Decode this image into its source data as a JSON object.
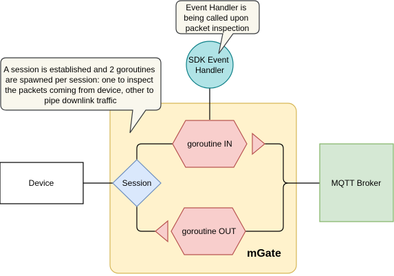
{
  "nodes": {
    "device": {
      "label": "Device"
    },
    "session": {
      "label": "Session"
    },
    "goroutine_in": {
      "label": "goroutine IN"
    },
    "goroutine_out": {
      "label": "goroutine OUT"
    },
    "mqtt_broker": {
      "label": "MQTT Broker"
    },
    "sdk_event_handler": {
      "label_lines": [
        "SDK Event",
        "Handler"
      ]
    },
    "mgate": {
      "label": "mGate"
    }
  },
  "callouts": {
    "event_handler": {
      "lines": [
        "Event Handler is",
        "being called upon",
        "packet inspection"
      ]
    },
    "session": {
      "lines": [
        "A session is established and 2 goroutines",
        "are spawned per session: one to inspect",
        "the packets coming from device, other to",
        "pipe downlink traffic"
      ]
    }
  },
  "colors": {
    "container_fill": "#fff2cc",
    "container_stroke": "#d6b656",
    "goroutine_fill": "#f8cecc",
    "goroutine_stroke": "#b85450",
    "session_fill": "#dae8fc",
    "session_stroke": "#6c8ebf",
    "broker_fill": "#d5e8d4",
    "broker_stroke": "#82b366",
    "sdk_fill": "#b0e3e6",
    "sdk_stroke": "#0e8088",
    "callout_fill": "#f9f7ed",
    "callout_stroke": "#36393d"
  }
}
